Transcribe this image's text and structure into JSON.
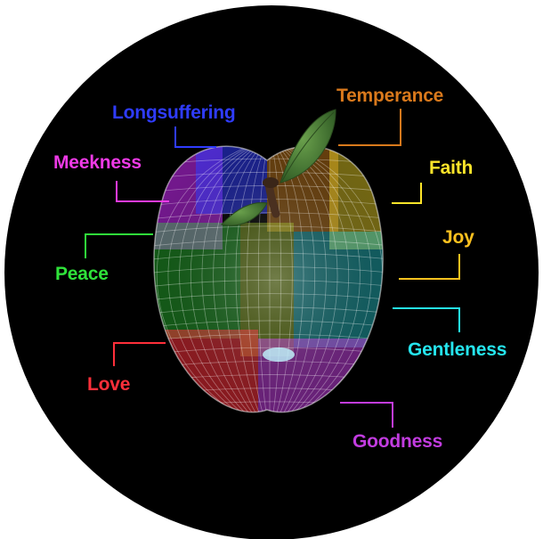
{
  "labels": {
    "longsuffering": "Longsuffering",
    "temperance": "Temperance",
    "meekness": "Meekness",
    "faith": "Faith",
    "joy": "Joy",
    "peace": "Peace",
    "gentleness": "Gentleness",
    "love": "Love",
    "goodness": "Goodness"
  },
  "colors": {
    "background": "#000000",
    "longsuffering": "#2f3cff",
    "temperance": "#d9791c",
    "meekness": "#ee3ae6",
    "faith": "#ffe52a",
    "joy": "#ffc21f",
    "peace": "#2fe23a",
    "gentleness": "#25e5ee",
    "love": "#ff2f3a",
    "goodness": "#c23ce0",
    "leaf": "#4f8a3a",
    "stem": "#4a3020"
  },
  "icons": {
    "apple": "wireframe-apple-icon",
    "leaf": "leaf-icon",
    "stem": "stem-icon"
  }
}
